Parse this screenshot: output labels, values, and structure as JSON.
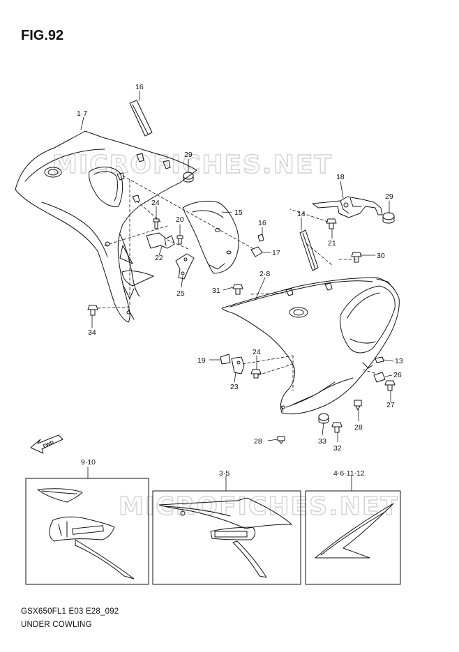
{
  "figure": {
    "title": "FIG.92",
    "code": "GSX650FL1 E03 E28_092",
    "description": "UNDER COWLING",
    "watermark": "MICROFICHES.NET",
    "fwd_label": "FWD"
  },
  "callouts": [
    {
      "id": "c16a",
      "text": "16"
    },
    {
      "id": "c1-7",
      "text": "1·7"
    },
    {
      "id": "c29a",
      "text": "29"
    },
    {
      "id": "c15",
      "text": "15"
    },
    {
      "id": "c24a",
      "text": "24"
    },
    {
      "id": "c20",
      "text": "20"
    },
    {
      "id": "c16b",
      "text": "16"
    },
    {
      "id": "c22",
      "text": "22"
    },
    {
      "id": "c17",
      "text": "17"
    },
    {
      "id": "c25",
      "text": "25"
    },
    {
      "id": "c34",
      "text": "34"
    },
    {
      "id": "c18",
      "text": "18"
    },
    {
      "id": "c29b",
      "text": "29"
    },
    {
      "id": "c14",
      "text": "14"
    },
    {
      "id": "c21",
      "text": "21"
    },
    {
      "id": "c30",
      "text": "30"
    },
    {
      "id": "c2-8",
      "text": "2·8"
    },
    {
      "id": "c31",
      "text": "31"
    },
    {
      "id": "c19",
      "text": "19"
    },
    {
      "id": "c24b",
      "text": "24"
    },
    {
      "id": "c23",
      "text": "23"
    },
    {
      "id": "c13",
      "text": "13"
    },
    {
      "id": "c26",
      "text": "26"
    },
    {
      "id": "c27",
      "text": "27"
    },
    {
      "id": "c28a",
      "text": "28"
    },
    {
      "id": "c28b",
      "text": "28"
    },
    {
      "id": "c33",
      "text": "33"
    },
    {
      "id": "c32",
      "text": "32"
    }
  ],
  "decal_boxes": [
    {
      "label": "9·10"
    },
    {
      "label": "3·5"
    },
    {
      "label": "4·6·11·12"
    }
  ]
}
